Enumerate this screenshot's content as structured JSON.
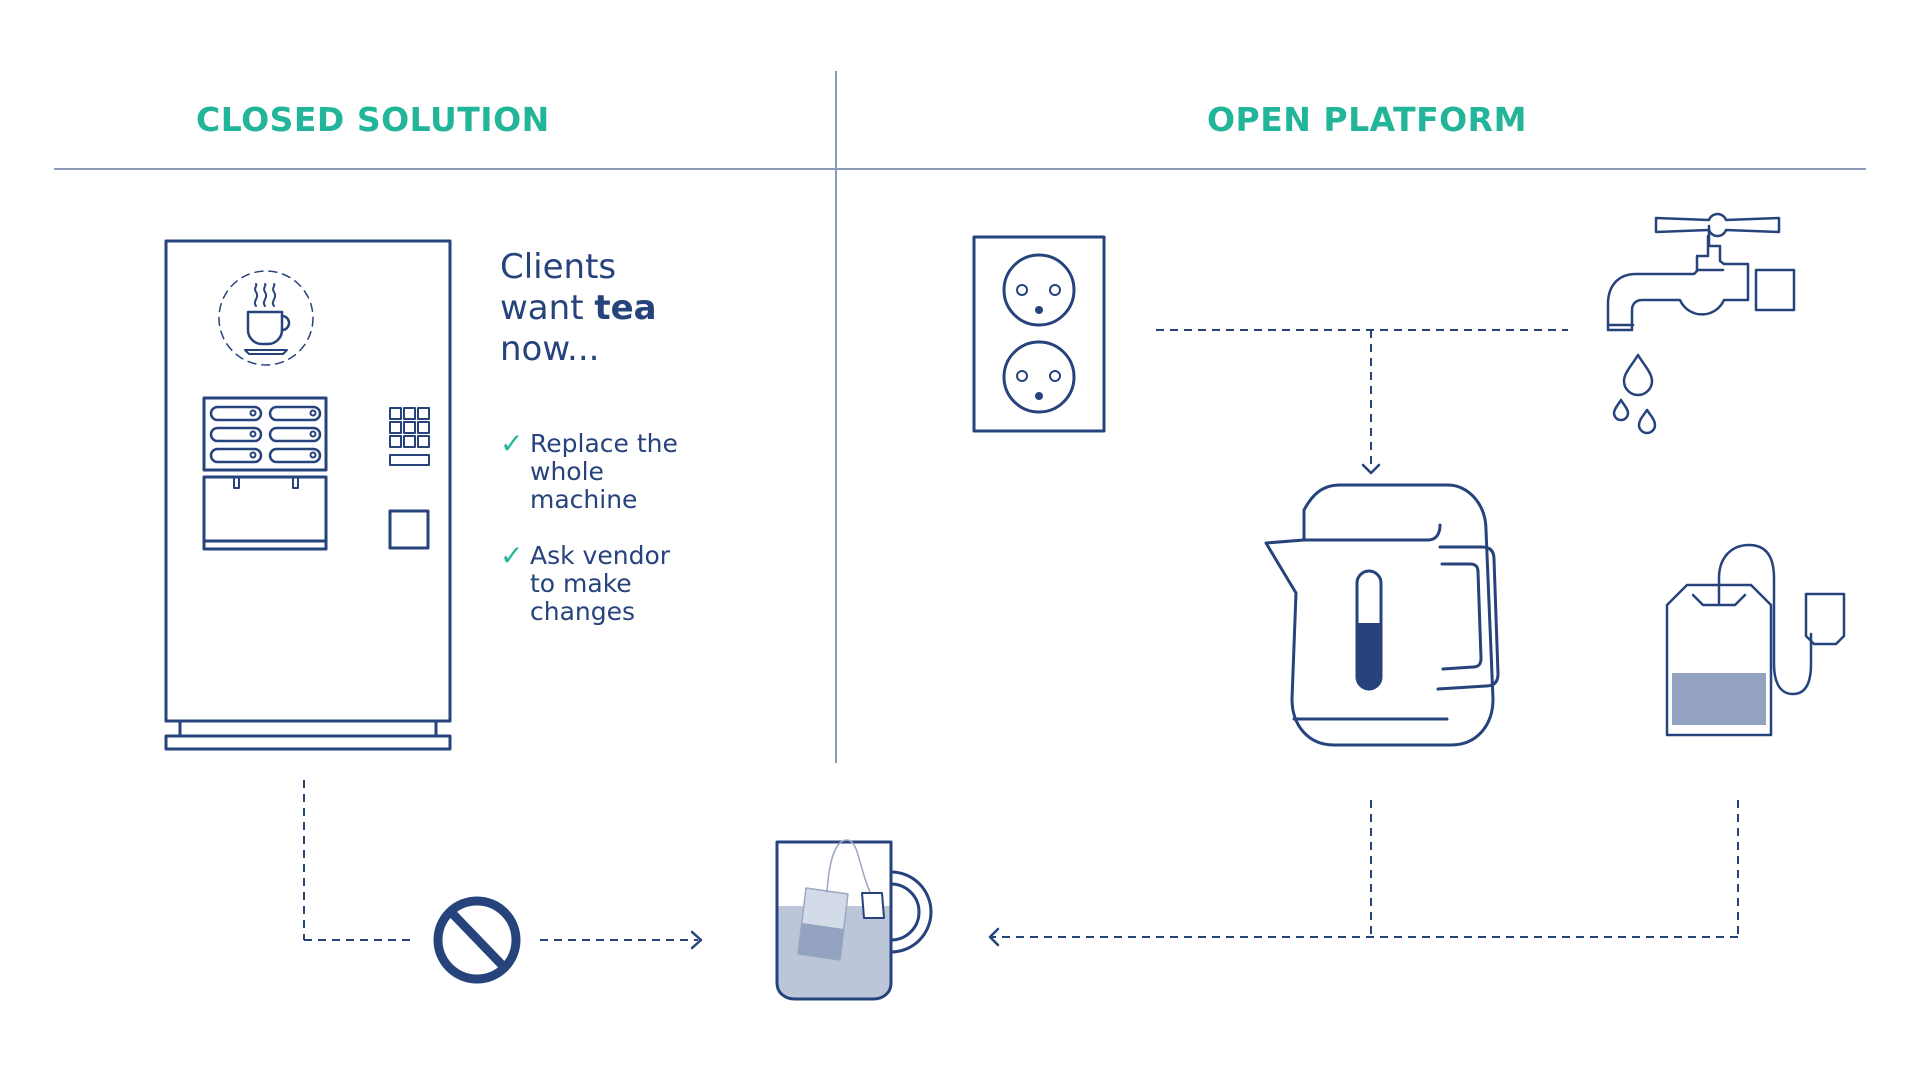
{
  "sections": {
    "closed": {
      "title": "CLOSED SOLUTION",
      "headline": {
        "line1": "Clients",
        "line2_prefix": "want ",
        "line2_bold": "tea",
        "line3": "now..."
      },
      "options": [
        {
          "icon": "checkmark-icon",
          "glyph": "✓",
          "text": "Replace the whole machine"
        },
        {
          "icon": "checkmark-icon",
          "glyph": "✓",
          "text": "Ask vendor to make changes"
        }
      ],
      "illustration": "vending-machine-icon",
      "blocked_icon": "prohibited-icon"
    },
    "open": {
      "title": "OPEN PLATFORM",
      "components": [
        "power-outlet-icon",
        "water-tap-icon",
        "kettle-icon",
        "tea-bag-icon"
      ]
    }
  },
  "result": {
    "icon": "mug-with-tea-icon"
  },
  "colors": {
    "accent": "#22b59a",
    "primary": "#26437c",
    "divider": "#8a9ab8",
    "liquid": "#bcc6d9",
    "tea": "#93a2bf"
  }
}
